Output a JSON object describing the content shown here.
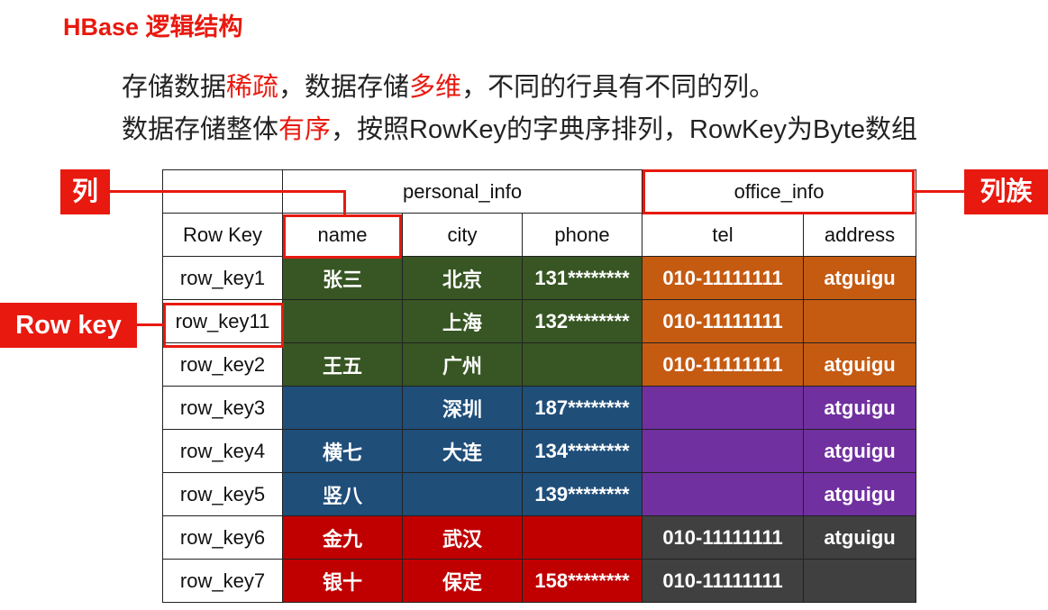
{
  "title": "HBase 逻辑结构",
  "line1": [
    {
      "text": "存储数据",
      "highlight": false
    },
    {
      "text": "稀疏",
      "highlight": true
    },
    {
      "text": "，数据存储",
      "highlight": false
    },
    {
      "text": "多维",
      "highlight": true
    },
    {
      "text": "，不同的行具有不同的列。",
      "highlight": false
    }
  ],
  "line2": [
    {
      "text": "数据存储整体",
      "highlight": false
    },
    {
      "text": "有序",
      "highlight": true
    },
    {
      "text": "，按照RowKey的字典序排列，RowKey为Byte数组",
      "highlight": false
    }
  ],
  "labels": {
    "column": "列",
    "column_family": "列族",
    "row_key": "Row key"
  },
  "colors": {
    "accent_red": "#e8190f",
    "green": "#375623",
    "blue": "#1f4e79",
    "red": "#c00000",
    "orange": "#c55a11",
    "purple": "#7030a0",
    "dark_gray": "#404040"
  },
  "table": {
    "families": [
      {
        "name": "",
        "span": 1
      },
      {
        "name": "personal_info",
        "span": 3
      },
      {
        "name": "office_info",
        "span": 2
      }
    ],
    "columns": [
      "Row Key",
      "name",
      "city",
      "phone",
      "tel",
      "address"
    ],
    "rows": [
      {
        "key": "row_key1",
        "cells": [
          "张三",
          "北京",
          "131********",
          "010-11111111",
          "atguigu"
        ],
        "left_color": "#375623",
        "right_color": "#c55a11"
      },
      {
        "key": "row_key11",
        "cells": [
          "",
          "上海",
          "132********",
          "010-11111111",
          ""
        ],
        "left_color": "#375623",
        "right_color": "#c55a11"
      },
      {
        "key": "row_key2",
        "cells": [
          "王五",
          "广州",
          "",
          "010-11111111",
          "atguigu"
        ],
        "left_color": "#375623",
        "right_color": "#c55a11"
      },
      {
        "key": "row_key3",
        "cells": [
          "",
          "深圳",
          "187********",
          "",
          "atguigu"
        ],
        "left_color": "#1f4e79",
        "right_color": "#7030a0"
      },
      {
        "key": "row_key4",
        "cells": [
          "横七",
          "大连",
          "134********",
          "",
          "atguigu"
        ],
        "left_color": "#1f4e79",
        "right_color": "#7030a0"
      },
      {
        "key": "row_key5",
        "cells": [
          "竖八",
          "",
          "139********",
          "",
          "atguigu"
        ],
        "left_color": "#1f4e79",
        "right_color": "#7030a0"
      },
      {
        "key": "row_key6",
        "cells": [
          "金九",
          "武汉",
          "",
          "010-11111111",
          "atguigu"
        ],
        "left_color": "#c00000",
        "right_color": "#404040"
      },
      {
        "key": "row_key7",
        "cells": [
          "银十",
          "保定",
          "158********",
          "010-11111111",
          ""
        ],
        "left_color": "#c00000",
        "right_color": "#404040"
      }
    ]
  }
}
